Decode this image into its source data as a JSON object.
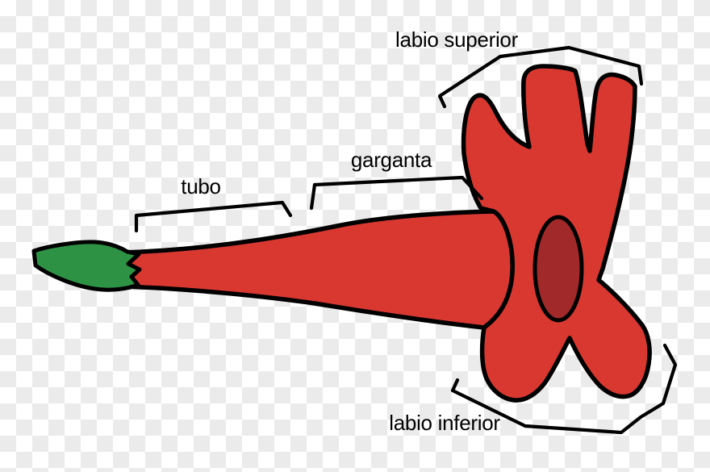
{
  "parts": [
    {
      "id": "labio-superior",
      "label": "labio superior"
    },
    {
      "id": "garganta",
      "label": "garganta"
    },
    {
      "id": "tubo",
      "label": "tubo"
    },
    {
      "id": "labio-inferior",
      "label": "labio inferior"
    }
  ],
  "colors": {
    "corolla_red": "#D93831",
    "throat_dark_red": "#A1292A",
    "calyx_green": "#2E9245",
    "outline": "#000000",
    "label_text": "#000000",
    "checker_light": "#EBEBEB",
    "checker_white": "#FFFFFF"
  }
}
